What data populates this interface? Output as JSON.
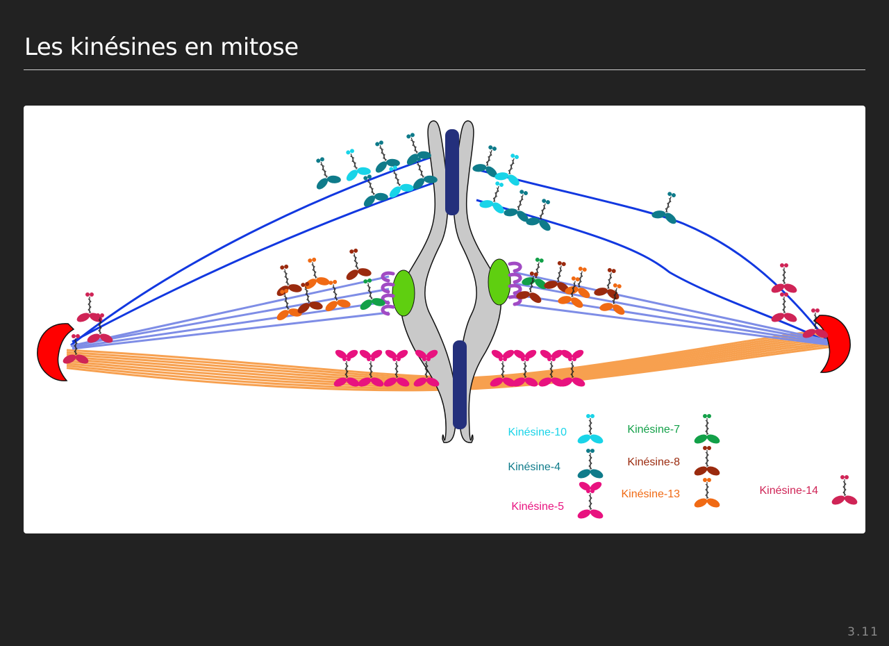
{
  "slide": {
    "title": "Les kinésines en mitose",
    "page_number": "3.11"
  },
  "legend": [
    {
      "label": "Kinésine-10",
      "color": "#19d4e8",
      "icon": "kinesin-10-icon"
    },
    {
      "label": "Kinésine-4",
      "color": "#0f7b8a",
      "icon": "kinesin-4-icon"
    },
    {
      "label": "Kinésine-5",
      "color": "#e8127f",
      "icon": "kinesin-5-icon"
    },
    {
      "label": "Kinésine-7",
      "color": "#12a048",
      "icon": "kinesin-7-icon"
    },
    {
      "label": "Kinésine-8",
      "color": "#9a2a0e",
      "icon": "kinesin-8-icon"
    },
    {
      "label": "Kinésine-13",
      "color": "#f06a14",
      "icon": "kinesin-13-icon"
    },
    {
      "label": "Kinésine-14",
      "color": "#cf2456",
      "icon": "kinesin-14-icon"
    }
  ],
  "colors": {
    "background": "#222222",
    "panel": "#ffffff",
    "centrosome": "#ff0000",
    "chromosome": "#c9c9c9",
    "centromere": "#24307c",
    "kinetochore": "#5fcf10",
    "kinetochore_cap": "#a14bc4",
    "astral_microtubule": "#1238e0",
    "kinetochore_microtubule": "#7e8de6",
    "interpolar_microtubule": "#f7a04f"
  }
}
